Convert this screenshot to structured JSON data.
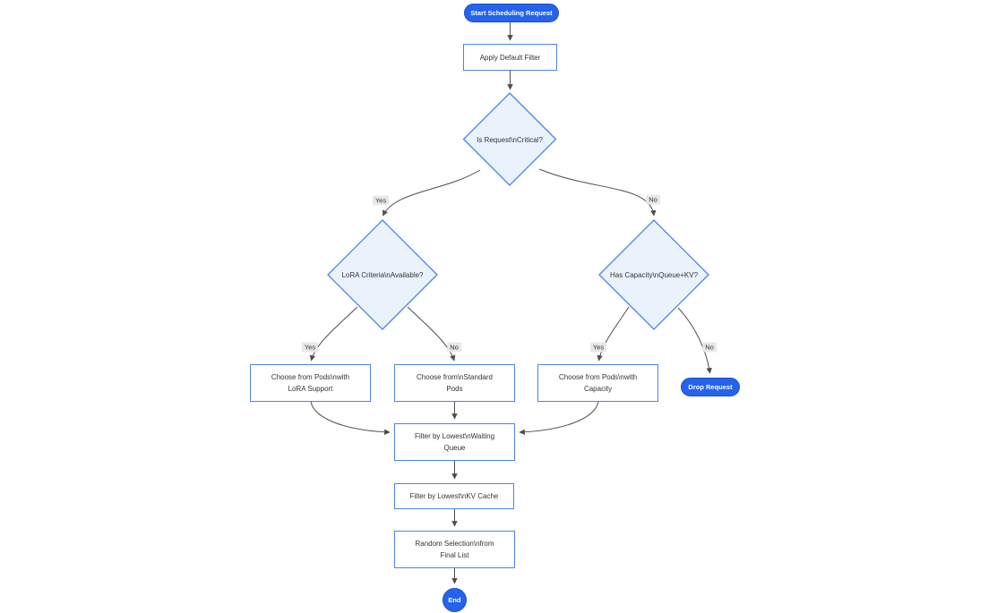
{
  "diagram_type": "flowchart",
  "nodes": {
    "start": "Start Scheduling Request",
    "apply_filter": "Apply Default Filter",
    "is_critical": "Is Request\\nCritical?",
    "lora_criteria": "LoRA Criteria\\nAvailable?",
    "has_capacity": "Has Capacity\\nQueue+KV?",
    "choose_lora": "Choose from Pods\\nwith\nLoRA Support",
    "choose_standard": "Choose from\\nStandard\nPods",
    "choose_capacity": "Choose from Pods\\nwith\nCapacity",
    "drop_request": "Drop Request",
    "filter_waiting": "Filter by Lowest\\nWaiting\nQueue",
    "filter_kv": "Filter by Lowest\\nKV Cache",
    "random_selection": "Random Selection\\nfrom\nFinal List",
    "end": "End"
  },
  "edge_labels": {
    "critical_yes": "Yes",
    "critical_no": "No",
    "lora_yes": "Yes",
    "lora_no": "No",
    "capacity_yes": "Yes",
    "capacity_no": "No"
  },
  "colors": {
    "pill_fill": "#2563eb",
    "pill_border": "#1d4ed8",
    "pill_text": "#ffffff",
    "node_fill": "#ffffff",
    "node_border": "#4d82ea",
    "decision_fill": "#eaf2fc",
    "edge": "#4d4d4d",
    "label_bg": "#e8e8e8",
    "text": "#333333"
  }
}
